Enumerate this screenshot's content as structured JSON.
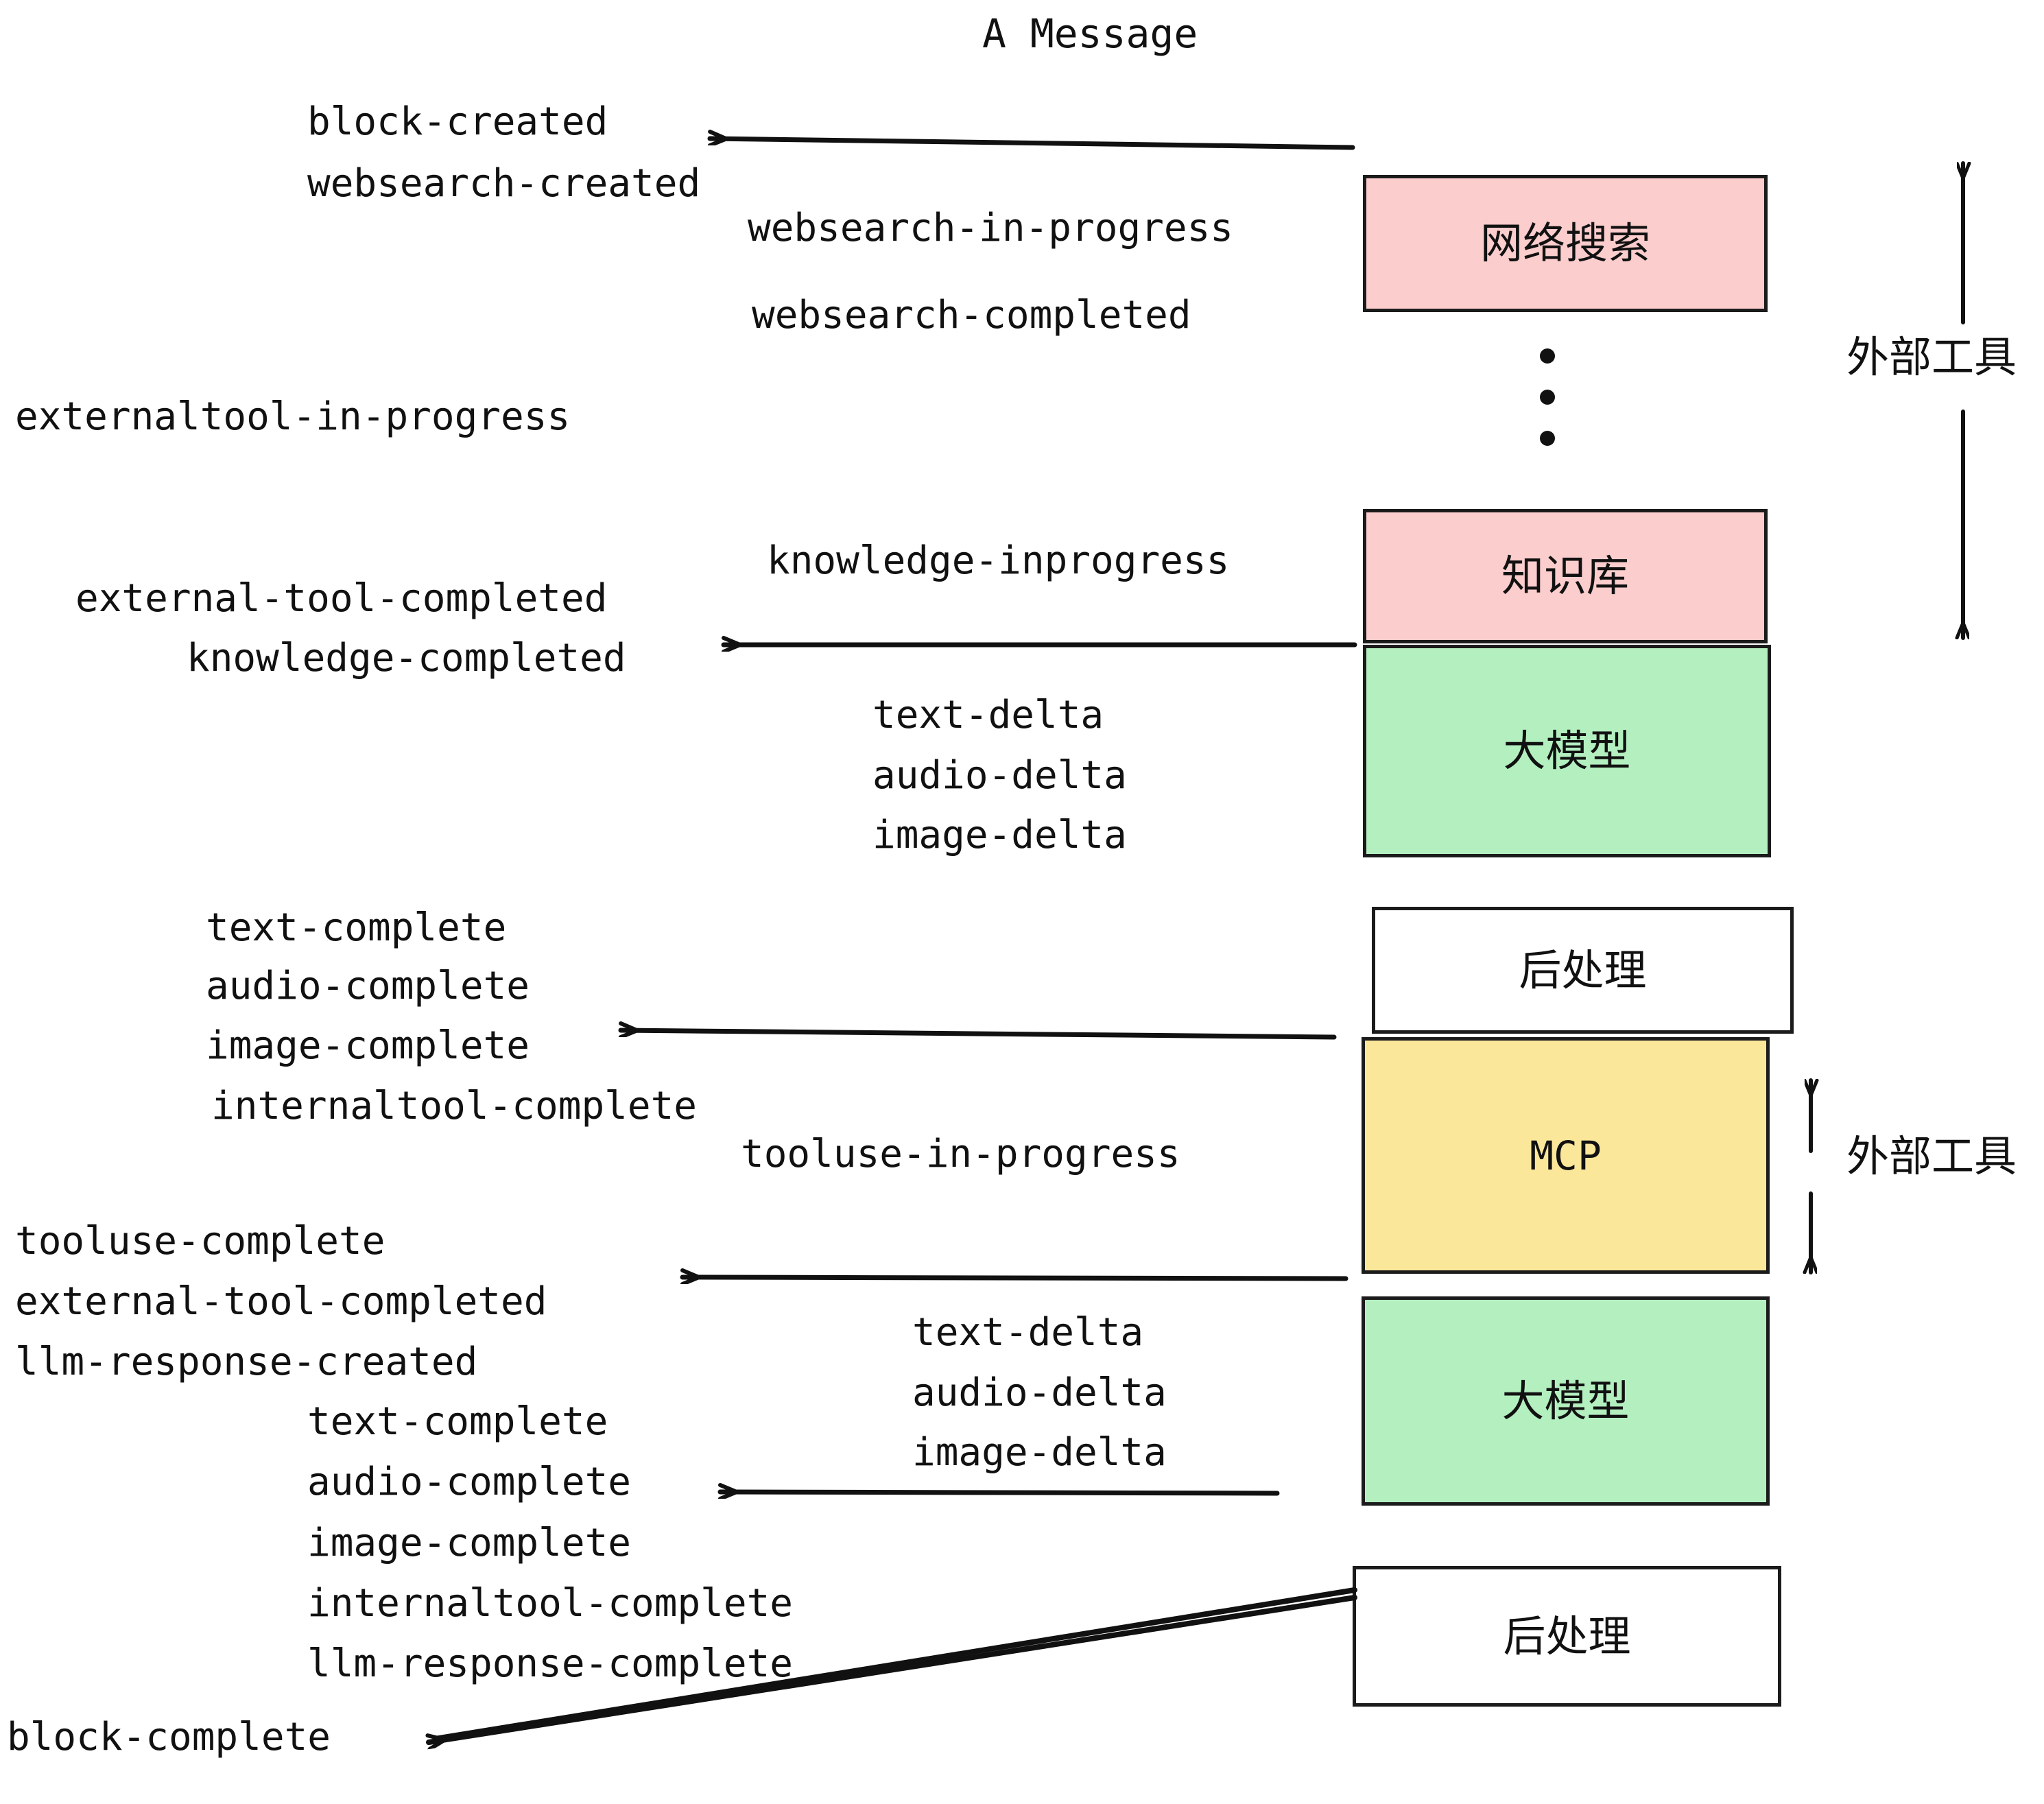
{
  "diagram": {
    "title": "A Message",
    "colors": {
      "external_tool_fill": "#FBCDCD",
      "llm_fill": "#B4EFC0",
      "mcp_fill": "#FBE79A",
      "postprocess_fill": "#FFFFFF",
      "stroke": "#1b1b1b",
      "text": "#111111",
      "background": "#FFFFFF"
    },
    "nodes": [
      {
        "id": "websearch",
        "label": "网络搜索",
        "kind": "external-tool"
      },
      {
        "id": "knowledge",
        "label": "知识库",
        "kind": "external-tool"
      },
      {
        "id": "llm-first",
        "label": "大模型",
        "kind": "llm"
      },
      {
        "id": "postprocess-first",
        "label": "后处理",
        "kind": "postprocess"
      },
      {
        "id": "mcp",
        "label": "MCP",
        "kind": "mcp"
      },
      {
        "id": "llm-second",
        "label": "大模型",
        "kind": "llm"
      },
      {
        "id": "postprocess-second",
        "label": "后处理",
        "kind": "postprocess"
      }
    ],
    "side_labels": [
      {
        "id": "external-tool-top",
        "label": "外部工具"
      },
      {
        "id": "external-tool-bottom",
        "label": "外部工具"
      }
    ],
    "events": [
      {
        "id": "block-created",
        "label": "block-created"
      },
      {
        "id": "websearch-created",
        "label": "websearch-created"
      },
      {
        "id": "websearch-in-progress",
        "label": "websearch-in-progress"
      },
      {
        "id": "websearch-completed",
        "label": "websearch-completed"
      },
      {
        "id": "externaltool-in-progress",
        "label": "externaltool-in-progress"
      },
      {
        "id": "knowledge-inprogress",
        "label": "knowledge-inprogress"
      },
      {
        "id": "external-tool-completed-1",
        "label": "external-tool-completed"
      },
      {
        "id": "knowledge-completed",
        "label": "knowledge-completed"
      },
      {
        "id": "text-delta-1",
        "label": "text-delta"
      },
      {
        "id": "audio-delta-1",
        "label": "audio-delta"
      },
      {
        "id": "image-delta-1",
        "label": "image-delta"
      },
      {
        "id": "text-complete-1",
        "label": "text-complete"
      },
      {
        "id": "audio-complete-1",
        "label": "audio-complete"
      },
      {
        "id": "image-complete-1",
        "label": "image-complete"
      },
      {
        "id": "internaltool-complete-1",
        "label": "internaltool-complete"
      },
      {
        "id": "tooluse-in-progress",
        "label": "tooluse-in-progress"
      },
      {
        "id": "tooluse-complete",
        "label": "tooluse-complete"
      },
      {
        "id": "external-tool-completed-2",
        "label": "external-tool-completed"
      },
      {
        "id": "llm-response-created",
        "label": "llm-response-created"
      },
      {
        "id": "text-delta-2",
        "label": "text-delta"
      },
      {
        "id": "audio-delta-2",
        "label": "audio-delta"
      },
      {
        "id": "image-delta-2",
        "label": "image-delta"
      },
      {
        "id": "text-complete-2",
        "label": "text-complete"
      },
      {
        "id": "audio-complete-2",
        "label": "audio-complete"
      },
      {
        "id": "image-complete-2",
        "label": "image-complete"
      },
      {
        "id": "internaltool-complete-2",
        "label": "internaltool-complete"
      },
      {
        "id": "llm-response-complete",
        "label": "llm-response-complete"
      },
      {
        "id": "block-complete",
        "label": "block-complete"
      }
    ]
  }
}
